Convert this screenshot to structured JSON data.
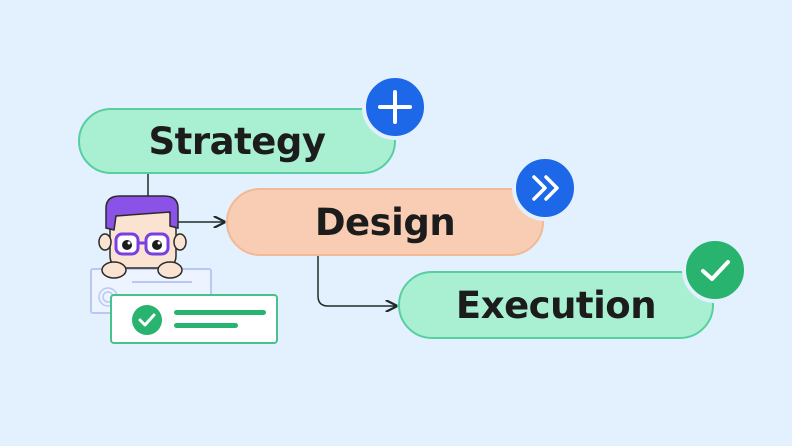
{
  "steps": [
    {
      "label": "Strategy",
      "badge_icon": "plus-icon"
    },
    {
      "label": "Design",
      "badge_icon": "double-chevron-right-icon"
    },
    {
      "label": "Execution",
      "badge_icon": "check-icon"
    }
  ],
  "colors": {
    "background": "#e3f0fd",
    "mint": "#a9f0d3",
    "peach": "#f8cdb3",
    "blue": "#1d68e8",
    "green": "#28b36e",
    "character_hair": "#8a52e6"
  }
}
